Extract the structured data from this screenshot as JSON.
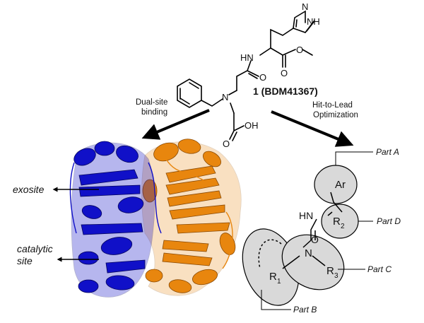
{
  "compound": {
    "label": "1 (BDM41367)",
    "atoms": {
      "nh_ring": "NH",
      "n_ring": "N",
      "amide_nh": "HN",
      "ester_o1": "O",
      "ester_o2": "O",
      "amide_o": "O",
      "amine_n": "N",
      "acid_o": "O",
      "acid_oh": "OH"
    }
  },
  "arrows": {
    "left_label_line1": "Dual-site",
    "left_label_line2": "binding",
    "right_label_line1": "Hit-to-Lead",
    "right_label_line2": "Optimization"
  },
  "protein": {
    "exosite_label": "exosite",
    "catalytic_label_line1": "catalytic",
    "catalytic_label_line2": "site",
    "colors": {
      "chain_a": "#1010c8",
      "chain_b": "#e8860e"
    }
  },
  "scheme": {
    "part_a": "Part A",
    "part_b": "Part B",
    "part_c": "Part C",
    "part_d": "Part D",
    "ar": "Ar",
    "hn": "HN",
    "o": "O",
    "n": "N",
    "r2": "R",
    "r2_sub": "2",
    "r1": "R",
    "r1_sub": "1",
    "r3": "R",
    "r3_sub": "3"
  }
}
